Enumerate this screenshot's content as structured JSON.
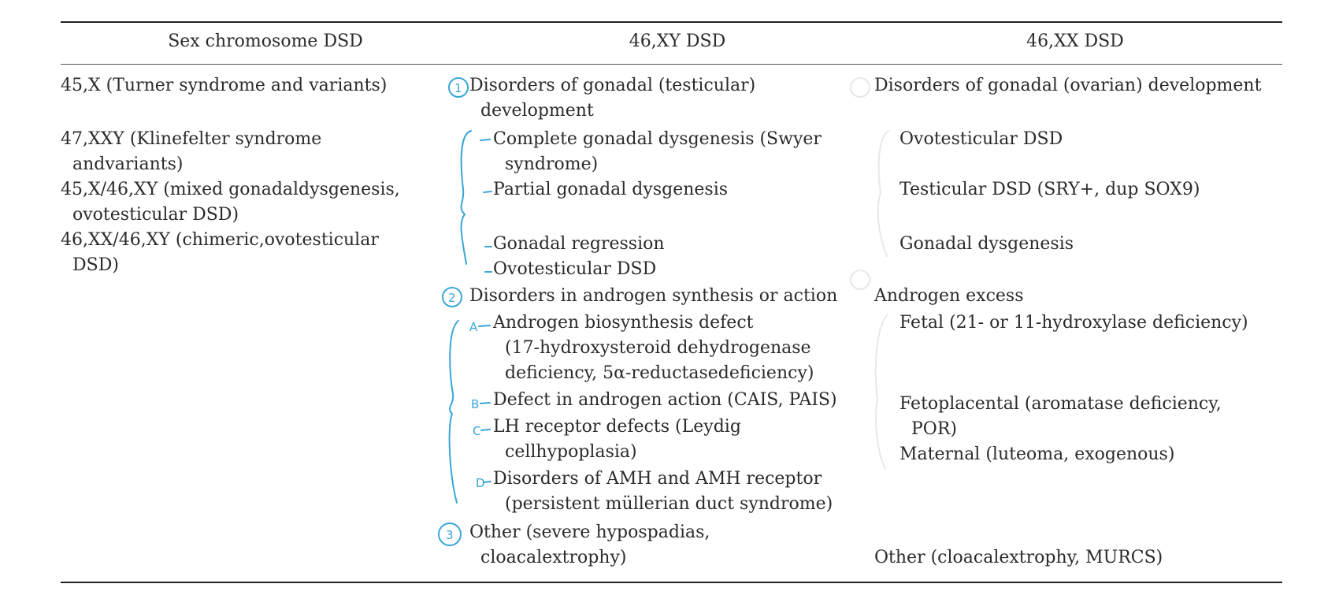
{
  "headers": {
    "col1": "Sex chromosome DSD",
    "col2": "46,XY DSD",
    "col3": "46,XX DSD"
  },
  "col1": {
    "item1": "45,X (Turner syndrome and variants)",
    "item2_line1": "47,XXY (Klinefelter syndrome",
    "item2_line2": "andvariants)",
    "item3_line1": "45,X/46,XY (mixed gonadaldysgenesis,",
    "item3_line2": "ovotesticular DSD)",
    "item4_line1": "46,XX/46,XY (chimeric,ovotesticular",
    "item4_line2": "DSD)"
  },
  "col2": {
    "group1_line1": "Disorders of gonadal (testicular)",
    "group1_line2": "development",
    "g1_item1_line1": "Complete gonadal dysgenesis (Swyer",
    "g1_item1_line2": "syndrome)",
    "g1_item2": "Partial gonadal dysgenesis",
    "g1_item3": "Gonadal regression",
    "g1_item4": "Ovotesticular DSD",
    "group2": "Disorders in androgen synthesis or action",
    "g2_item1_line1": "Androgen biosynthesis defect",
    "g2_item1_line2": "(17-hydroxysteroid dehydrogenase",
    "g2_item1_line3": "deficiency, 5α-reductasedeficiency)",
    "g2_item2": "Defect in androgen action (CAIS, PAIS)",
    "g2_item3_line1": "LH receptor defects (Leydig",
    "g2_item3_line2": "cellhypoplasia)",
    "g2_item4_line1": "Disorders of AMH and AMH receptor",
    "g2_item4_line2": "(persistent müllerian duct syndrome)",
    "group3_line1": "Other (severe hypospadias,",
    "group3_line2": "cloacalextrophy)"
  },
  "col3": {
    "group1": "Disorders of gonadal (ovarian) development",
    "g1_item1": "Ovotesticular DSD",
    "g1_item2": "Testicular DSD (SRY+, dup SOX9)",
    "g1_item3": "Gonadal dysgenesis",
    "group2": "Androgen excess",
    "g2_item1": "Fetal (21- or 11-hydroxylase deficiency)",
    "g2_item2_line1": "Fetoplacental (aromatase deficiency,",
    "g2_item2_line2": "POR)",
    "g2_item3": "Maternal (luteoma, exogenous)",
    "group3": "Other (cloacalextrophy, MURCS)"
  },
  "annotations": {
    "ink_color": "#3aa6d6",
    "num1": "1",
    "num2": "2",
    "num3": "3",
    "letter_a": "A",
    "letter_b": "B",
    "letter_c": "C",
    "letter_d": "D"
  }
}
